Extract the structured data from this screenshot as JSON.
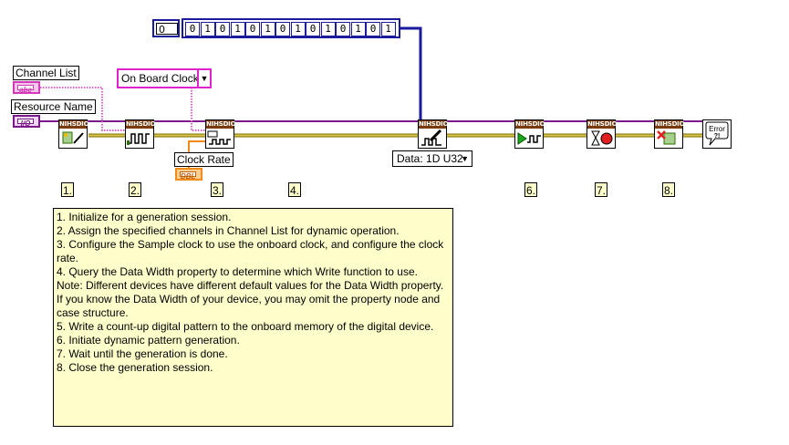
{
  "array_constant": {
    "index_value": "0",
    "bits": [
      "0",
      "1",
      "0",
      "1",
      "0",
      "1",
      "0",
      "1",
      "0",
      "1",
      "0",
      "1",
      "0",
      "1"
    ]
  },
  "controls": {
    "channel_list_label": "Channel List",
    "channel_list_terminal": "abc",
    "resource_name_label": "Resource Name",
    "resource_name_terminal": "I/O",
    "clock_rate_label": "Clock Rate",
    "clock_rate_terminal": "DBL"
  },
  "clock_source_ring": {
    "value": "On Board Clock"
  },
  "write_polymorphic": {
    "value": "Data: 1D U32"
  },
  "vi_header": "NIHSDIO",
  "error_handler_label": "Error",
  "steps": [
    "1.",
    "2.",
    "3.",
    "4.",
    "6.",
    "7.",
    "8."
  ],
  "comment_lines": [
    "1. Initialize for a generation session.",
    "2. Assign the specified channels in Channel List for dynamic operation.",
    "3. Configure the Sample clock to use the onboard clock, and configure the clock rate.",
    "4. Query the Data Width property to determine which Write function to use.",
    "Note: Different devices have different default values for the Data Width property. If you know the Data Width of your device, you may omit the property node and case structure.",
    "5. Write a count-up digital pattern to the onboard memory of the digital device.",
    "6. Initiate dynamic pattern generation.",
    "7. Wait until the generation is done.",
    "8. Close the generation session."
  ],
  "colors": {
    "wire_refnum": "#7a1a8a",
    "wire_error": "#c8b400",
    "wire_string": "#e35fd0",
    "wire_array_u32": "#1a1a9c",
    "wire_dbl": "#f28a1a",
    "comment_bg": "#ffffcc",
    "vi_header": "#7a3b0c"
  }
}
